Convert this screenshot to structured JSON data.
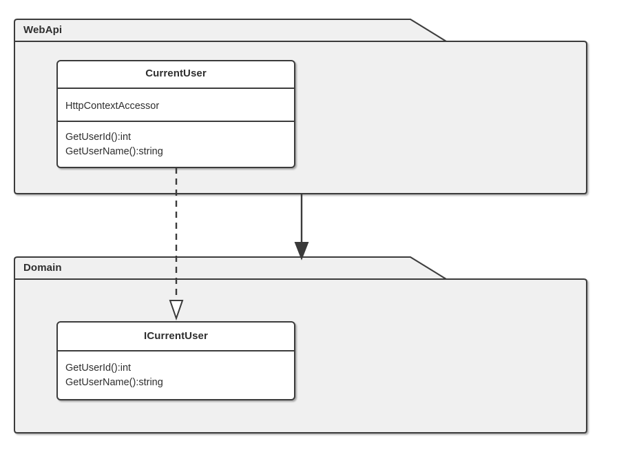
{
  "diagram": {
    "type": "uml-class-diagram",
    "background_color": "#ffffff",
    "stroke_color": "#3a3a3a",
    "package_fill": "#f0f0f0",
    "class_fill": "#ffffff",
    "text_color": "#2e2e2e"
  },
  "packages": [
    {
      "name": "WebApi",
      "label": "WebApi",
      "classes": [
        {
          "name": "CurrentUser",
          "title": "CurrentUser",
          "attributes": [
            "HttpContextAccessor"
          ],
          "methods": [
            "GetUserId():int",
            "GetUserName():string"
          ]
        }
      ]
    },
    {
      "name": "Domain",
      "label": "Domain",
      "classes": [
        {
          "name": "ICurrentUser",
          "title": "ICurrentUser",
          "attributes": [],
          "methods": [
            "GetUserId():int",
            "GetUserName():string"
          ]
        }
      ]
    }
  ],
  "connectors": [
    {
      "name": "realization",
      "style": "dashed",
      "arrowhead": "hollow-triangle",
      "from": "CurrentUser",
      "to": "ICurrentUser"
    },
    {
      "name": "dependency",
      "style": "solid",
      "arrowhead": "filled-triangle",
      "from": "WebApi",
      "to": "Domain"
    }
  ]
}
